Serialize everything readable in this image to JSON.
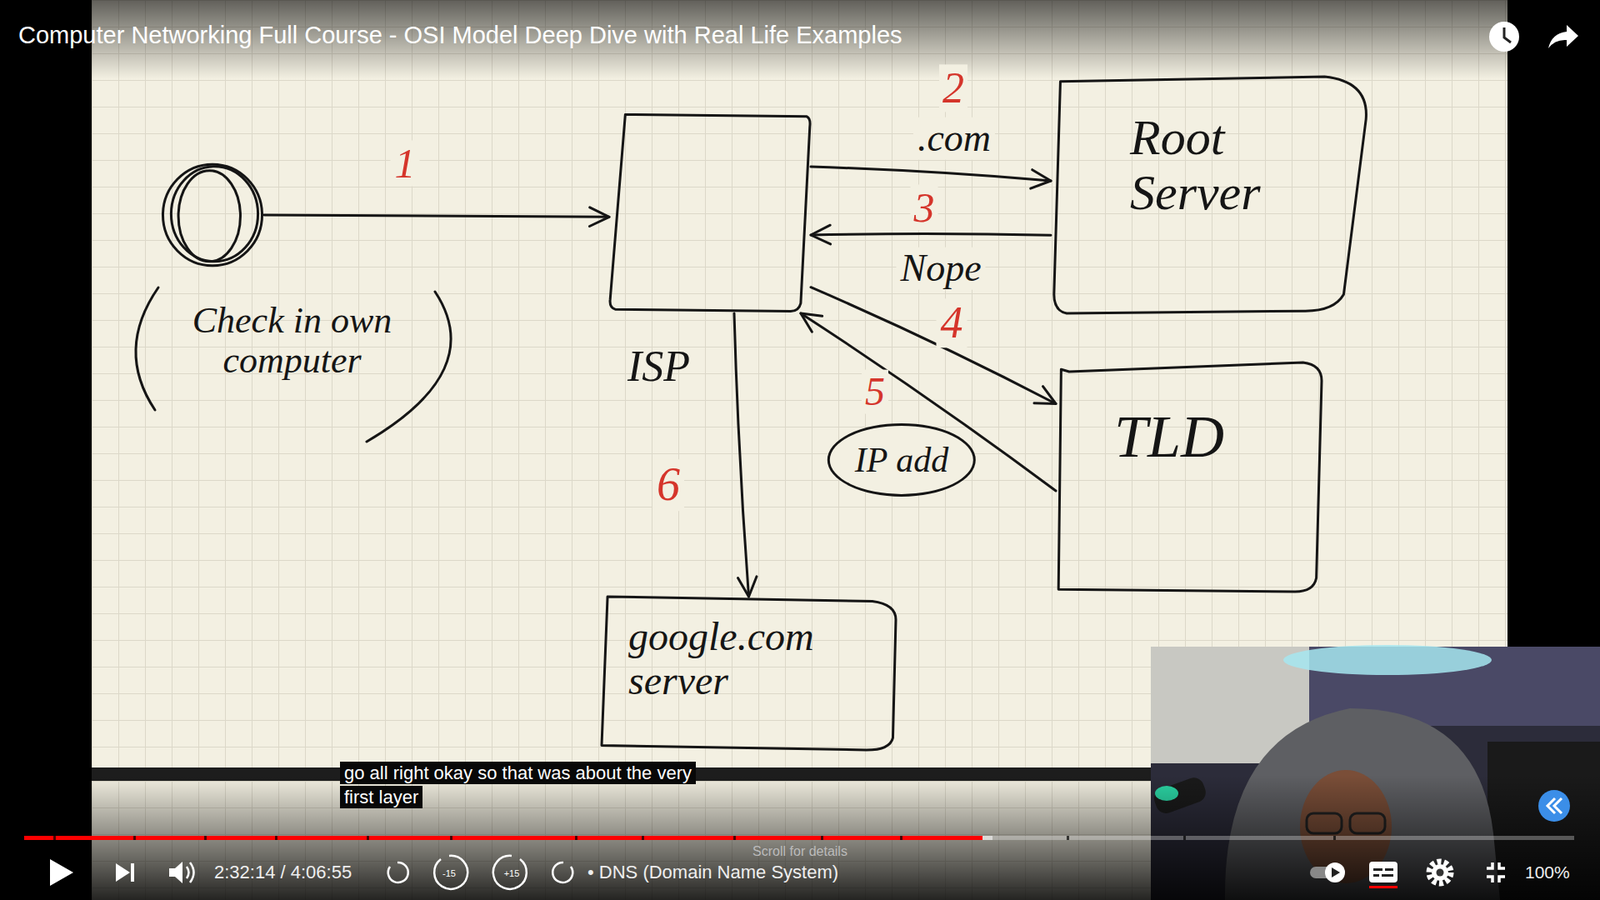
{
  "diagram": {
    "title": "Computer Networking Full Course - OSI Model Deep Dive with Real Life Examples",
    "nodes": [
      {
        "text": [
          "Check in own computer"
        ]
      },
      {
        "text": [
          "ISP"
        ]
      },
      {
        "text": [
          "Root Server"
        ]
      },
      {
        "text": [
          "TLD"
        ]
      },
      {
        "text": [
          "google.com server"
        ]
      }
    ],
    "edges": [
      {
        "from": 0,
        "to": 1,
        "arrow": "to",
        "label": "1"
      },
      {
        "from": 1,
        "to": 2,
        "arrow": "to",
        "label": ".com"
      },
      {
        "from": 2,
        "to": 1,
        "arrow": "to",
        "label": "Nope"
      },
      {
        "from": 1,
        "to": 3,
        "arrow": "to",
        "label": "4"
      },
      {
        "from": 3,
        "to": 1,
        "arrow": "to",
        "label": "IP add"
      },
      {
        "from": 1,
        "to": 4,
        "arrow": "to",
        "label": "6"
      }
    ],
    "labels": [
      "2",
      "3",
      "5",
      "go all right okay so that was about the very first layer",
      "2:32:14 / 4:06:55",
      "-15",
      "+15",
      "• DNS (Domain Name System)",
      "Scroll for details",
      "100%"
    ]
  }
}
